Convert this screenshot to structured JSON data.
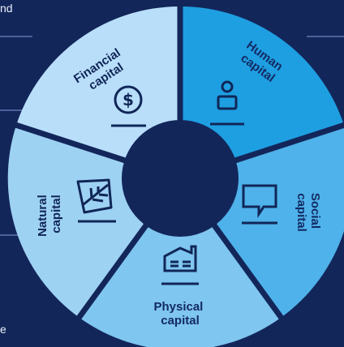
{
  "fragments": {
    "top_left": "nd",
    "bottom_left": "e"
  },
  "segments": [
    {
      "id": "human",
      "line1": "Human",
      "line2": "capital",
      "icon": "person-icon",
      "color": "#1e9fe2"
    },
    {
      "id": "social",
      "line1": "Social",
      "line2": "capital",
      "icon": "speech-bubble-icon",
      "color": "#4fb2ea"
    },
    {
      "id": "physical",
      "line1": "Physical",
      "line2": "capital",
      "icon": "building-icon",
      "color": "#7fc6f0"
    },
    {
      "id": "natural",
      "line1": "Natural",
      "line2": "capital",
      "icon": "leaf-icon",
      "color": "#9ed2f3"
    },
    {
      "id": "financial",
      "line1": "Financial",
      "line2": "capital",
      "icon": "dollar-icon",
      "color": "#b9defa"
    }
  ],
  "colors": {
    "background": "#13265a",
    "hub": "#13265a",
    "label": "#132a63",
    "divider": "#13265a"
  }
}
